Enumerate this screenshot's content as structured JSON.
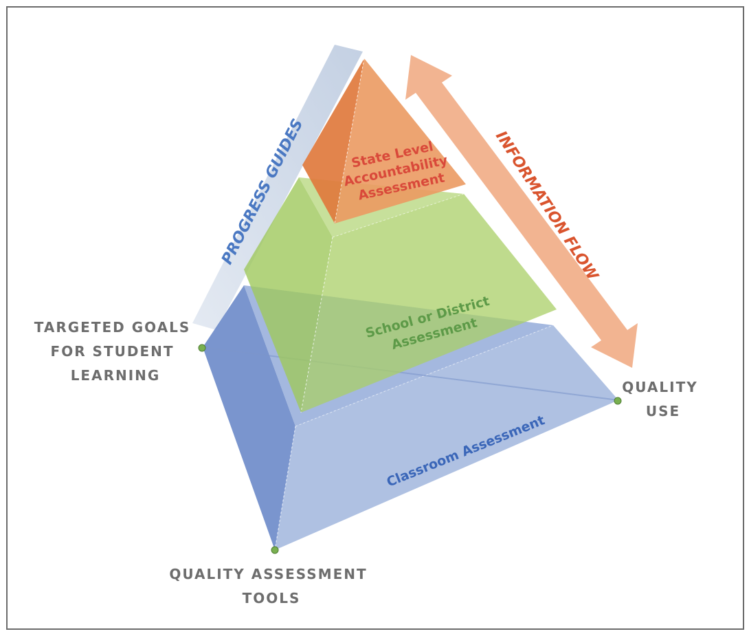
{
  "nodes": {
    "targeted_goals": [
      "TARGETED GOALS",
      "FOR STUDENT",
      "LEARNING"
    ],
    "quality_use": [
      "QUALITY",
      "USE"
    ],
    "quality_tools": [
      "QUALITY ASSESSMENT",
      "TOOLS"
    ]
  },
  "layers": {
    "state": [
      "State Level",
      "Accountability",
      "Assessment"
    ],
    "school": [
      "School or District",
      "Assessment"
    ],
    "classroom": [
      "Classroom Assessment"
    ]
  },
  "bands": {
    "progress_guides": "PROGRESS GUIDES",
    "information_flow": "INFORMATION FLOW"
  },
  "colors": {
    "frame": "#6b6b6b",
    "classroom_fill": "#8ea8d8",
    "classroom_dark": "#6c8ac9",
    "classroom_text": "#3a66b8",
    "school_fill": "#a9cf67",
    "school_text": "#5d9a48",
    "state_fill": "#e58a4c",
    "state_text": "#d9493a",
    "arrow_fill": "#f1b08b",
    "flow_text": "#d9542e",
    "band_fill": "#c9d5e6",
    "guides_text": "#4a78c2",
    "node_text": "#6d6d6d",
    "node_dot": "#79b050"
  }
}
